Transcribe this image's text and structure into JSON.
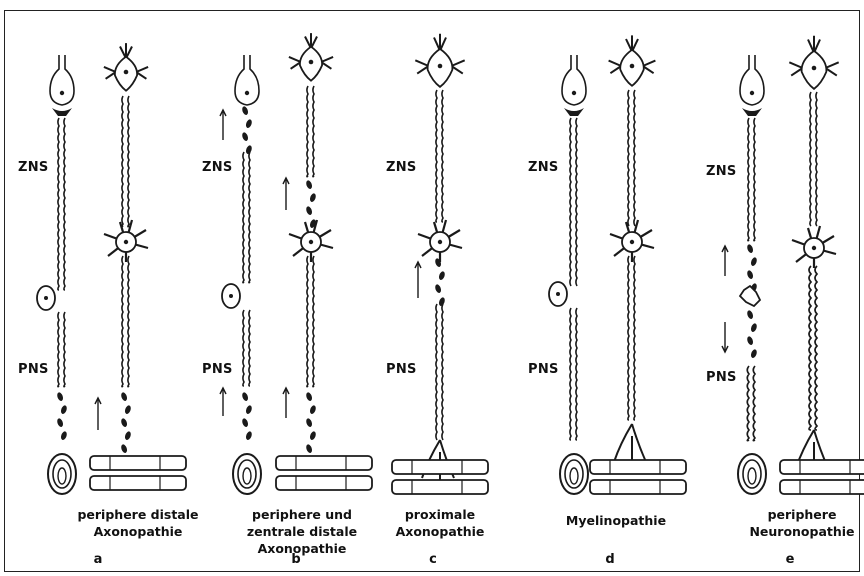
{
  "panels": [
    {
      "letter": "a",
      "caption_line1": "periphere distale",
      "caption_line2": "Axonopathie",
      "caption_line3": ""
    },
    {
      "letter": "b",
      "caption_line1": "periphere und",
      "caption_line2": "zentrale distale",
      "caption_line3": "Axonopathie"
    },
    {
      "letter": "c",
      "caption_line1": "proximale",
      "caption_line2": "Axonopathie",
      "caption_line3": ""
    },
    {
      "letter": "d",
      "caption_line1": "Myelinopathie",
      "caption_line2": "",
      "caption_line3": ""
    },
    {
      "letter": "e",
      "caption_line1": "periphere",
      "caption_line2": "Neuronopathie",
      "caption_line3": ""
    }
  ],
  "region_labels": {
    "cns": "ZNS",
    "pns": "PNS"
  },
  "colors": {
    "ink": "#1a1a1a",
    "background": "#ffffff"
  }
}
